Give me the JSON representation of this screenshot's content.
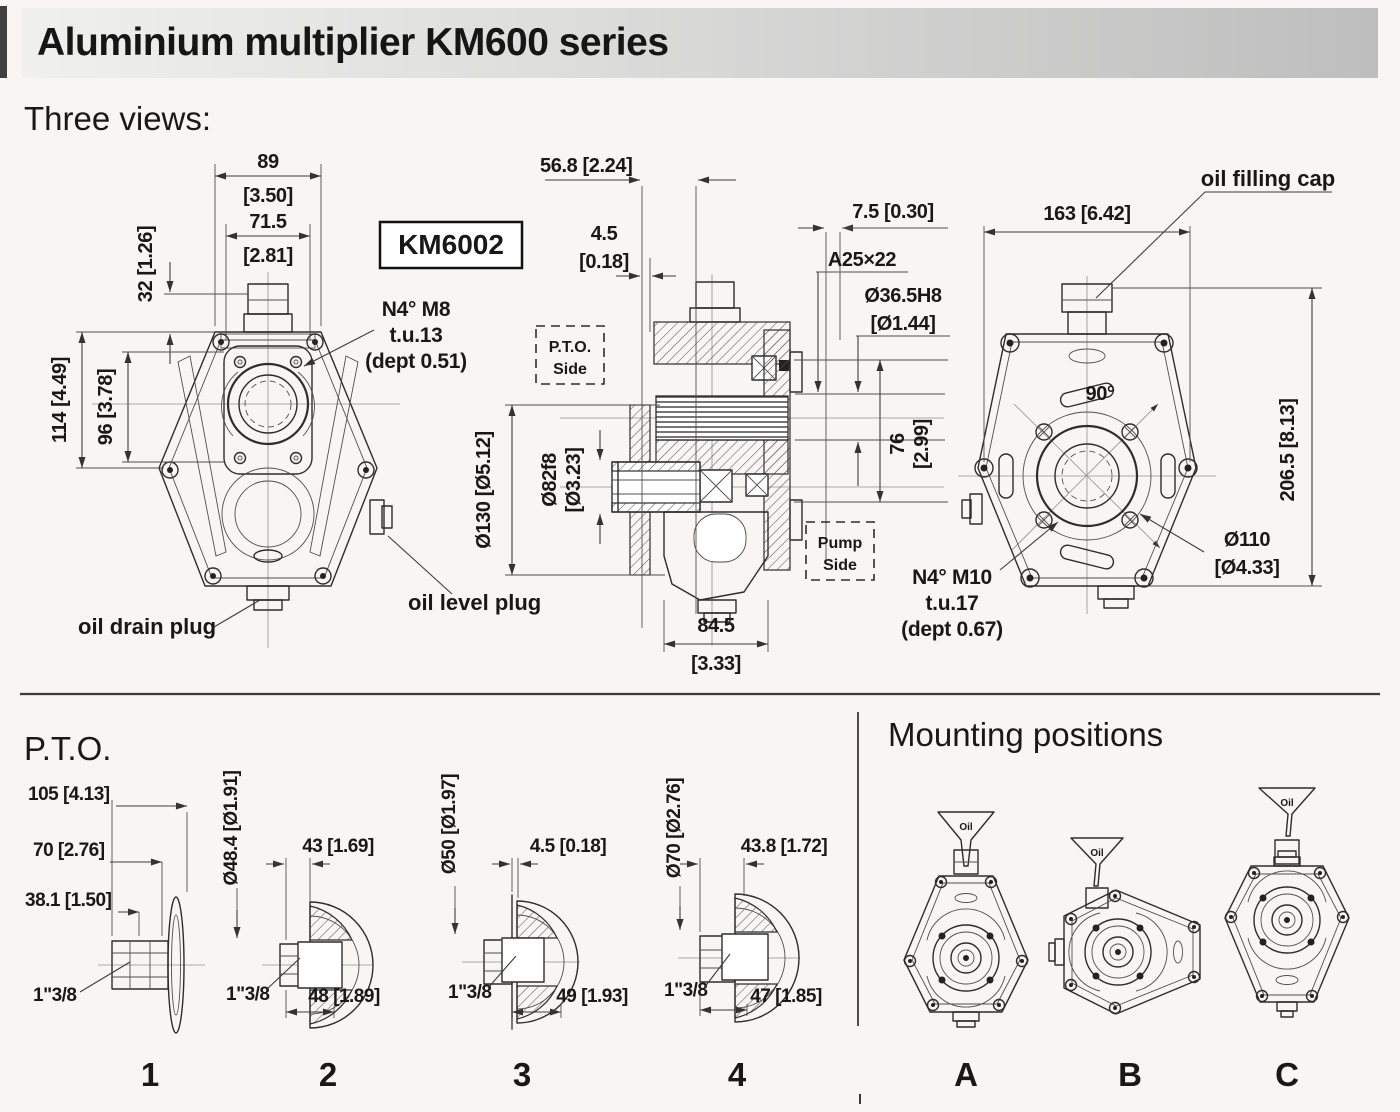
{
  "header": {
    "title": "Aluminium multiplier KM600 series"
  },
  "section_labels": {
    "three_views": "Three views:",
    "pto": "P.T.O.",
    "mounting": "Mounting positions"
  },
  "model_badge": "KM6002",
  "front_view": {
    "dim_width_housing": "89",
    "dim_width_housing_in": "[3.50]",
    "dim_width_flange": "71.5",
    "dim_width_flange_in": "[2.81]",
    "dim_shaft_stickout": "32 [1.26]",
    "dim_height_housing": "114 [4.49]",
    "dim_height_flange": "96 [3.78]",
    "bolt_note": [
      "N4° M8",
      "t.u.13",
      "(dept 0.51)"
    ],
    "oil_drain_label": "oil drain plug",
    "oil_level_label": "oil level plug"
  },
  "section_view": {
    "dim_depth": "56.8 [2.24]",
    "dim_face_offset": "4.5",
    "dim_face_offset_in": "[0.18]",
    "dim_lip": "7.5 [0.30]",
    "spline_spec": "A25×22",
    "bore_spec": "Ø36.5H8",
    "bore_spec_in": "[Ø1.44]",
    "pto_side": [
      "P.T.O.",
      "Side"
    ],
    "pump_side": [
      "Pump",
      "Side"
    ],
    "dim_flange_dia": "Ø130 [Ø5.12]",
    "dim_pilot_dia": "Ø82f8",
    "dim_pilot_dia_in": "[Ø3.23]",
    "dim_gear_width": "76",
    "dim_gear_width_in": "[2.99]",
    "dim_bell_width": "84.5",
    "dim_bell_width_in": "[3.33]"
  },
  "rear_view": {
    "oil_cap_label": "oil filling cap",
    "dim_width": "163 [6.42]",
    "angle": "90°",
    "dim_height": "206.5 [8.13]",
    "dim_bolt_circle": "Ø110",
    "dim_bolt_circle_in": "[Ø4.33]",
    "bolt_note": [
      "N4° M10",
      "t.u.17",
      "(dept 0.67)"
    ]
  },
  "pto": {
    "items": [
      {
        "number": "1",
        "dim_a": "105 [4.13]",
        "dim_b": "70 [2.76]",
        "dim_c": "38.1 [1.50]",
        "shaft": "1\"3/8"
      },
      {
        "number": "2",
        "dim_a": "Ø48.4 [Ø1.91]",
        "dim_b": "43 [1.69]",
        "dim_c": "48 [1.89]",
        "shaft": "1\"3/8"
      },
      {
        "number": "3",
        "dim_a": "Ø50 [Ø1.97]",
        "dim_b": "4.5 [0.18]",
        "dim_c": "49 [1.93]",
        "shaft": "1\"3/8"
      },
      {
        "number": "4",
        "dim_a": "Ø70 [Ø2.76]",
        "dim_b": "43.8 [1.72]",
        "dim_c": "47 [1.85]",
        "shaft": "1\"3/8"
      }
    ]
  },
  "mounting": {
    "oil_label": "Oil",
    "positions": [
      "A",
      "B",
      "C"
    ]
  },
  "colors": {
    "page_bg": "#f7f6f4",
    "ink": "#1c1c1c",
    "line": "#2d2d2d",
    "header_start": "#f0f0ef",
    "header_end": "#bebebe"
  }
}
